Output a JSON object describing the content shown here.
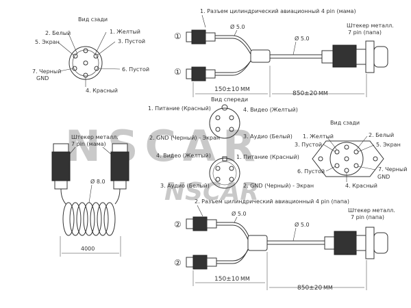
{
  "watermark": {
    "big": "NSCAR",
    "small": "NSCAR"
  },
  "rear_view_top": {
    "title": "Вид сзади",
    "pins": [
      "1. Желтый",
      "2. Белый",
      "3. Пустой",
      "4. Красный",
      "5. Экран",
      "6. Пустой",
      "7. Черный",
      "GND"
    ]
  },
  "cable_top": {
    "connector_label": "1. Разъем цилиндрический авиационный 4 pin (мама)",
    "branch_mark": "①",
    "dia_small": "Ø 5.0",
    "dia_main": "Ø 5.0",
    "plug_label_1": "Штекер металл.",
    "plug_label_2": "7 pin (папа)",
    "dim1": "150±10",
    "dim2": "850±20",
    "unit": "MM"
  },
  "front_view": {
    "title": "Вид спереди",
    "top_pins": [
      "1. Питание (Красный)",
      "4. Видео (Желтый)",
      "2. GND (Черный) - Экран",
      "3. Аудио (Белый)"
    ],
    "bottom_pins": [
      "4. Видео (Желтый)",
      "1. Питание (Красный)",
      "3. Аудио (Белый)",
      "2. GND (Черный) - Экран"
    ]
  },
  "rear_view_right": {
    "title": "Вид сзади",
    "pins": [
      "1. Желтый",
      "2. Белый",
      "3. Пустой",
      "5. Экран",
      "6. Пустой",
      "7. Черный",
      "GND",
      "4. Красный"
    ]
  },
  "spiral_cable": {
    "label_1": "Штекер металл.",
    "label_2": "7 pin (мама)",
    "diameter": "Ø 8.0",
    "length": "4000"
  },
  "cable_bottom": {
    "connector_label": "2. Разъем цилиндрический авиационный 4 pin (папа)",
    "branch_mark": "②",
    "dia_small": "Ø 5.0",
    "dia_main": "Ø 5.0",
    "plug_label_1": "Штекер металл.",
    "plug_label_2": "7 pin (папа)",
    "dim1": "150±10",
    "dim2": "850±20",
    "unit": "MM"
  }
}
